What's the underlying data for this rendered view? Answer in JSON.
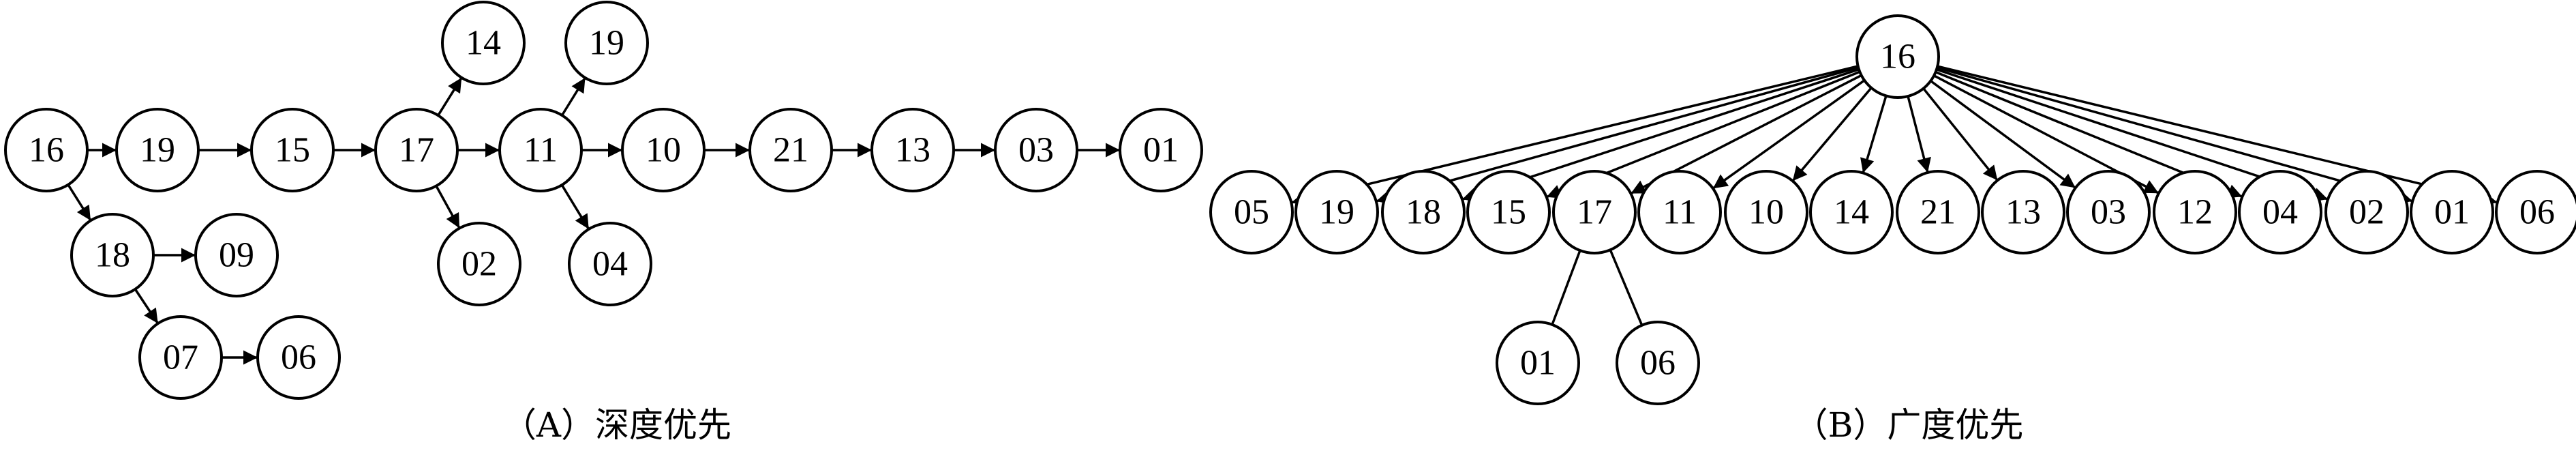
{
  "diagrams": [
    {
      "id": "a",
      "caption": "（A）深度优先",
      "nodes": [
        {
          "id": "a1",
          "label": "16"
        },
        {
          "id": "a2",
          "label": "19"
        },
        {
          "id": "a3",
          "label": "15"
        },
        {
          "id": "a4",
          "label": "17"
        },
        {
          "id": "a5",
          "label": "14"
        },
        {
          "id": "a6",
          "label": "02"
        },
        {
          "id": "a7",
          "label": "11"
        },
        {
          "id": "a8",
          "label": "19"
        },
        {
          "id": "a9",
          "label": "04"
        },
        {
          "id": "a10",
          "label": "10"
        },
        {
          "id": "a11",
          "label": "21"
        },
        {
          "id": "a12",
          "label": "13"
        },
        {
          "id": "a13",
          "label": "03"
        },
        {
          "id": "a14",
          "label": "01"
        },
        {
          "id": "a15",
          "label": "18"
        },
        {
          "id": "a16",
          "label": "09"
        },
        {
          "id": "a17",
          "label": "07"
        },
        {
          "id": "a18",
          "label": "06"
        }
      ],
      "edges": [
        {
          "from": "a1",
          "to": "a2"
        },
        {
          "from": "a2",
          "to": "a3"
        },
        {
          "from": "a3",
          "to": "a4"
        },
        {
          "from": "a4",
          "to": "a5"
        },
        {
          "from": "a4",
          "to": "a6"
        },
        {
          "from": "a4",
          "to": "a7"
        },
        {
          "from": "a7",
          "to": "a8"
        },
        {
          "from": "a7",
          "to": "a9"
        },
        {
          "from": "a7",
          "to": "a10"
        },
        {
          "from": "a10",
          "to": "a11"
        },
        {
          "from": "a11",
          "to": "a12"
        },
        {
          "from": "a12",
          "to": "a13"
        },
        {
          "from": "a13",
          "to": "a14"
        },
        {
          "from": "a1",
          "to": "a15"
        },
        {
          "from": "a15",
          "to": "a16"
        },
        {
          "from": "a15",
          "to": "a17"
        },
        {
          "from": "a17",
          "to": "a18"
        }
      ]
    },
    {
      "id": "b",
      "caption": "（B）广度优先",
      "nodes": [
        {
          "id": "b0",
          "label": "16"
        },
        {
          "id": "b1",
          "label": "05"
        },
        {
          "id": "b2",
          "label": "19"
        },
        {
          "id": "b3",
          "label": "18"
        },
        {
          "id": "b4",
          "label": "15"
        },
        {
          "id": "b5",
          "label": "17"
        },
        {
          "id": "b6",
          "label": "11"
        },
        {
          "id": "b7",
          "label": "10"
        },
        {
          "id": "b8",
          "label": "14"
        },
        {
          "id": "b9",
          "label": "21"
        },
        {
          "id": "b10",
          "label": "13"
        },
        {
          "id": "b11",
          "label": "03"
        },
        {
          "id": "b12",
          "label": "12"
        },
        {
          "id": "b13",
          "label": "04"
        },
        {
          "id": "b14",
          "label": "02"
        },
        {
          "id": "b15",
          "label": "01"
        },
        {
          "id": "b16",
          "label": "06"
        },
        {
          "id": "b17",
          "label": "01"
        },
        {
          "id": "b18",
          "label": "06"
        }
      ],
      "edges": [
        {
          "from": "b0",
          "to": "b1",
          "arrow": true
        },
        {
          "from": "b0",
          "to": "b2",
          "arrow": true
        },
        {
          "from": "b0",
          "to": "b3",
          "arrow": true
        },
        {
          "from": "b0",
          "to": "b4",
          "arrow": true
        },
        {
          "from": "b0",
          "to": "b5",
          "arrow": true
        },
        {
          "from": "b0",
          "to": "b6",
          "arrow": true
        },
        {
          "from": "b0",
          "to": "b7",
          "arrow": true
        },
        {
          "from": "b0",
          "to": "b8",
          "arrow": true
        },
        {
          "from": "b0",
          "to": "b9",
          "arrow": true
        },
        {
          "from": "b0",
          "to": "b10",
          "arrow": true
        },
        {
          "from": "b0",
          "to": "b11",
          "arrow": true
        },
        {
          "from": "b0",
          "to": "b12",
          "arrow": true
        },
        {
          "from": "b0",
          "to": "b13",
          "arrow": true
        },
        {
          "from": "b0",
          "to": "b14",
          "arrow": true
        },
        {
          "from": "b0",
          "to": "b15",
          "arrow": true
        },
        {
          "from": "b0",
          "to": "b16",
          "arrow": true
        },
        {
          "from": "b5",
          "to": "b17",
          "arrow": false
        },
        {
          "from": "b5",
          "to": "b18",
          "arrow": false
        }
      ]
    }
  ]
}
